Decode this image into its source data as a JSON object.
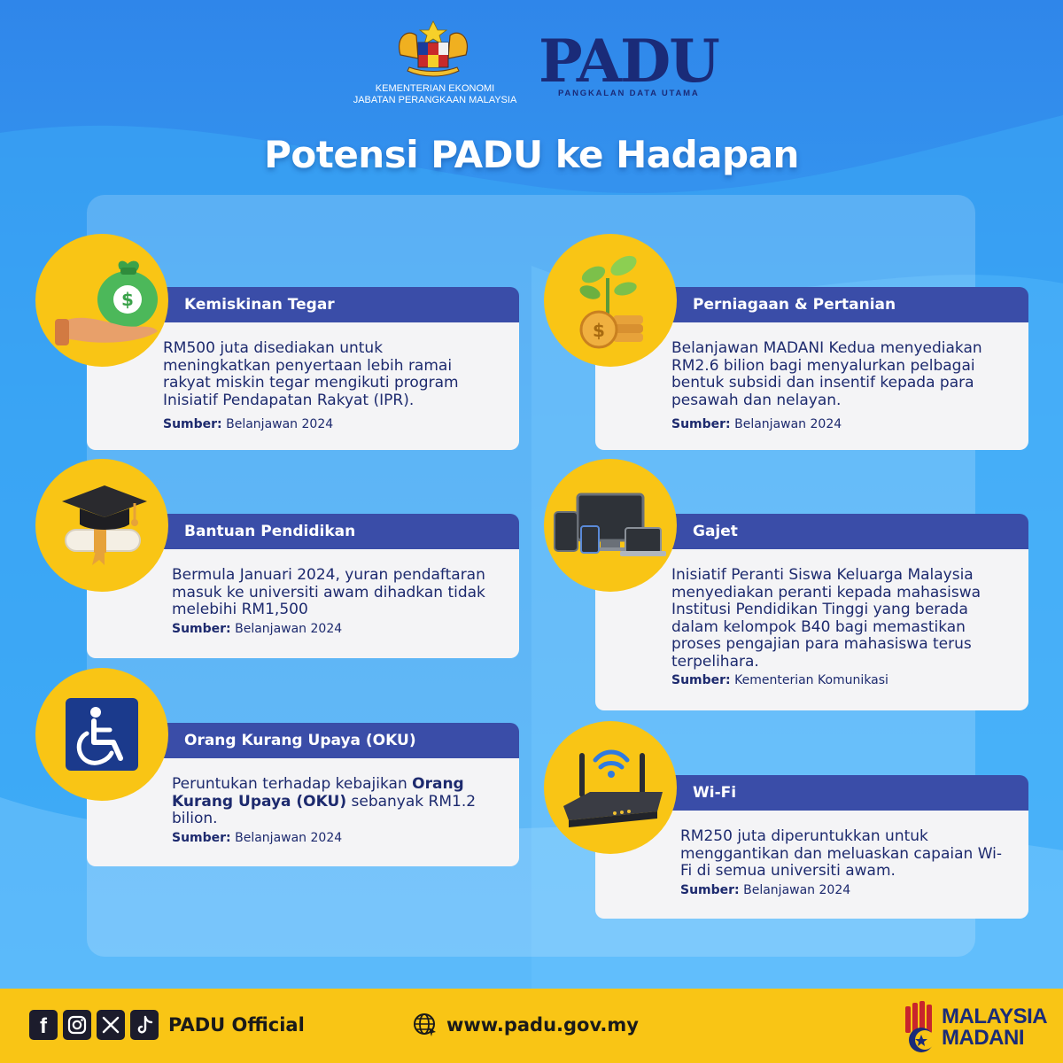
{
  "header": {
    "ministry_line1": "KEMENTERIAN EKONOMI",
    "ministry_line2": "JABATAN PERANGKAAN MALAYSIA",
    "padu_logo": "PADU",
    "padu_tagline": "PANGKALAN DATA UTAMA"
  },
  "title": "Potensi PADU ke Hadapan",
  "cards": [
    {
      "icon": "money-bag-hand-icon",
      "heading": "Kemiskinan Tegar",
      "description": "RM500 juta disediakan untuk meningkatkan penyertaan lebih ramai rakyat miskin tegar mengikuti program Inisiatif Pendapatan Rakyat (IPR).",
      "source_label": "Sumber:",
      "source": "Belanjawan 2024"
    },
    {
      "icon": "plant-coins-icon",
      "heading": "Perniagaan & Pertanian",
      "description": "Belanjawan MADANI Kedua menyediakan RM2.6 bilion bagi menyalurkan pelbagai bentuk subsidi dan insentif kepada para pesawah dan nelayan.",
      "source_label": "Sumber:",
      "source": "Belanjawan 2024"
    },
    {
      "icon": "graduation-cap-icon",
      "heading": "Bantuan Pendidikan",
      "description": "Bermula Januari 2024, yuran pendaftaran masuk ke universiti awam dihadkan tidak melebihi RM1,500",
      "source_label": "Sumber:",
      "source": "Belanjawan 2024"
    },
    {
      "icon": "devices-icon",
      "heading": "Gajet",
      "description": "Inisiatif Peranti Siswa Keluarga Malaysia menyediakan peranti kepada mahasiswa Institusi Pendidikan Tinggi yang berada dalam kelompok B40 bagi memastikan proses pengajian para mahasiswa terus terpelihara.",
      "source_label": "Sumber:",
      "source": "Kementerian Komunikasi"
    },
    {
      "icon": "wheelchair-icon",
      "heading": "Orang Kurang Upaya (OKU)",
      "desc_before": "Peruntukan terhadap kebajikan ",
      "desc_bold": "Orang Kurang Upaya (OKU)",
      "desc_after": " sebanyak RM1.2 bilion.",
      "source_label": "Sumber:",
      "source": "Belanjawan 2024"
    },
    {
      "icon": "wifi-router-icon",
      "heading": "Wi-Fi",
      "description": "RM250 juta diperuntukkan untuk menggantikan dan meluaskan capaian Wi-Fi di semua universiti awam.",
      "source_label": "Sumber:",
      "source": "Belanjawan 2024"
    }
  ],
  "footer": {
    "social_handle": "PADU Official",
    "website": "www.padu.gov.my",
    "brand_line1": "MALAYSIA",
    "brand_line2": "MADANI",
    "social_icons": [
      "facebook-icon",
      "instagram-icon",
      "x-icon",
      "tiktok-icon"
    ]
  },
  "colors": {
    "accent_yellow": "#f9c515",
    "card_header": "#3a4da8",
    "text_navy": "#1d2a6e",
    "background_blue": "#3aa2f3"
  }
}
